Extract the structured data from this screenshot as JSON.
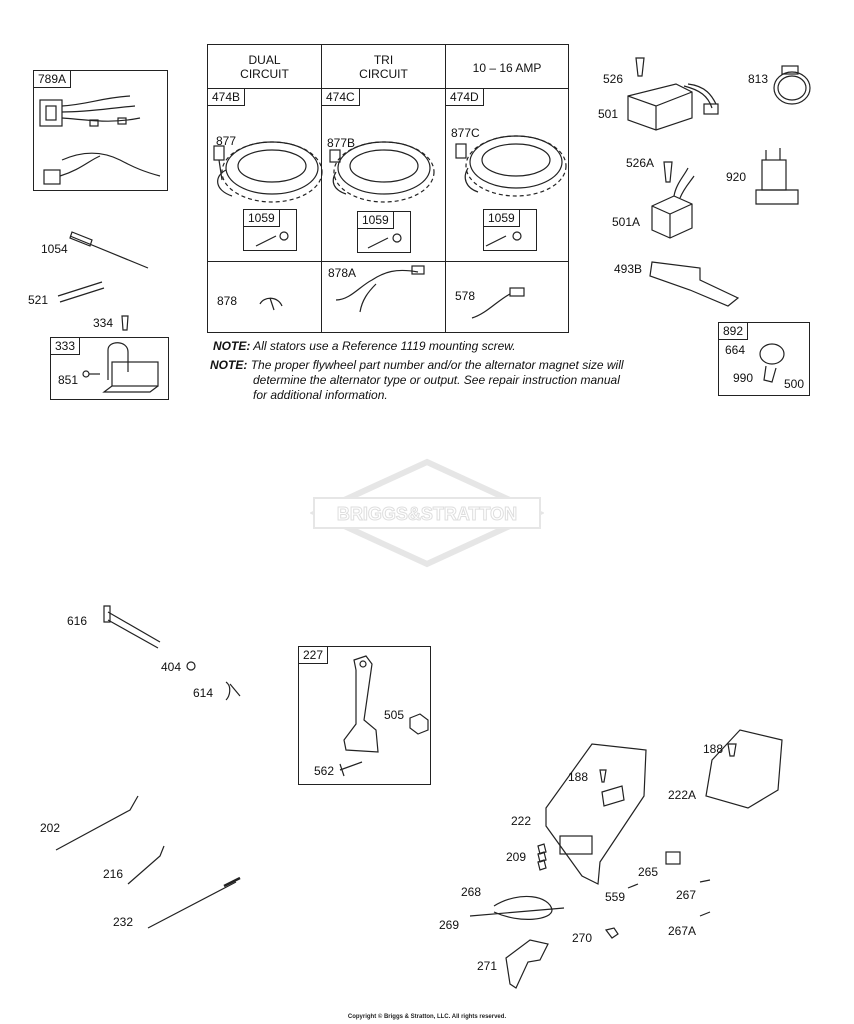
{
  "table": {
    "headers": [
      "DUAL\nCIRCUIT",
      "TRI\nCIRCUIT",
      "10 – 16 AMP"
    ],
    "tags": [
      "474B",
      "474C",
      "474D"
    ],
    "subtag": "1059",
    "labels": {
      "stator_b": "877",
      "stator_c": "877B",
      "stator_d": "877C",
      "lead_b": "878",
      "lead_c": "878A",
      "lead_d": "578"
    }
  },
  "notes": {
    "note_word": "NOTE:",
    "note1_text": "All stators use a Reference 1119  mounting screw.",
    "note2_line1": "The proper flywheel part number and/or the alternator magnet size will",
    "note2_line2": "determine the alternator type or output. See repair instruction manual",
    "note2_line3": "for additional information."
  },
  "boxes": {
    "b789a": "789A",
    "b333": "333",
    "b892": "892",
    "b227": "227"
  },
  "labels": {
    "l1054": "1054",
    "l521": "521",
    "l334": "334",
    "l851": "851",
    "l526": "526",
    "l501": "501",
    "l813": "813",
    "l526a": "526A",
    "l920": "920",
    "l501a": "501A",
    "l493b": "493B",
    "l664": "664",
    "l990": "990",
    "l500": "500",
    "l616": "616",
    "l404": "404",
    "l614": "614",
    "l505": "505",
    "l562": "562",
    "l202": "202",
    "l216": "216",
    "l232": "232",
    "l188a": "188",
    "l188b": "188",
    "l222": "222",
    "l222a": "222A",
    "l209": "209",
    "l265": "265",
    "l559": "559",
    "l267": "267",
    "l268": "268",
    "l269": "269",
    "l270": "270",
    "l267a": "267A",
    "l271": "271"
  },
  "watermark": "BRIGGS&STRATTON",
  "copyright": "Copyright © Briggs & Stratton, LLC. All rights reserved."
}
